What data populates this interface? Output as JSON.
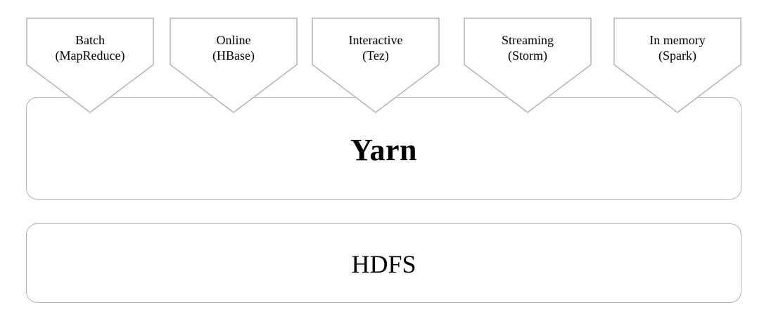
{
  "diagram": {
    "layers": {
      "yarn": {
        "label": "Yarn"
      },
      "hdfs": {
        "label": "HDFS"
      }
    },
    "engines": [
      {
        "line1": "Batch",
        "line2": "(MapReduce)"
      },
      {
        "line1": "Online",
        "line2": "(HBase)"
      },
      {
        "line1": "Interactive",
        "line2": "(Tez)"
      },
      {
        "line1": "Streaming",
        "line2": "(Storm)"
      },
      {
        "line1": "In memory",
        "line2": "(Spark)"
      }
    ],
    "colors": {
      "stroke": "#b4b4b4",
      "fill": "#ffffff",
      "text": "#000000"
    }
  }
}
